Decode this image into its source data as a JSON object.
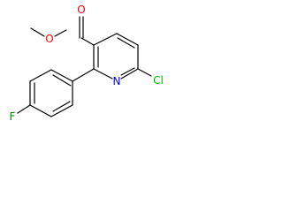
{
  "molecule": {
    "atoms": {
      "carbonyl_oxygen": {
        "label": "O",
        "color": "#ff0000"
      },
      "ester_oxygen": {
        "label": "O",
        "color": "#ff0000"
      },
      "ring_nitrogen": {
        "label": "N",
        "color": "#0000ff"
      },
      "chlorine": {
        "label": "Cl",
        "color": "#00bb00"
      },
      "fluorine": {
        "label": "F",
        "color": "#008800"
      }
    }
  }
}
